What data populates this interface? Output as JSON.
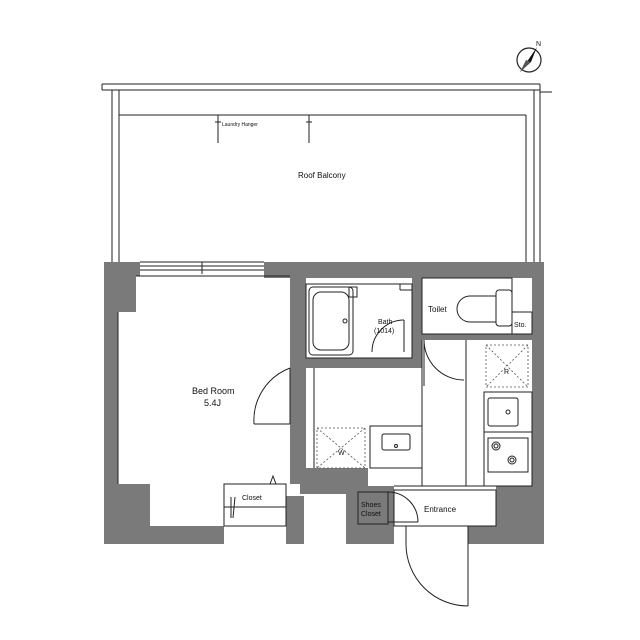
{
  "floorplan": {
    "rooms": {
      "roof_balcony": "Roof Balcony",
      "laundry_hanger": "Laundry Hanger",
      "bed_room": "Bed Room",
      "bed_room_size": "5.4J",
      "bath": "Bath",
      "bath_size": "(1014)",
      "toilet": "Toilet",
      "storage": "Sto.",
      "closet": "Closet",
      "shoes_closet_line1": "Shoes",
      "shoes_closet_line2": "Closet",
      "entrance": "Entrance",
      "refrigerator_mark": "R",
      "washer_mark": "W"
    },
    "compass": {
      "label": "N",
      "icon": "north-arrow-icon"
    }
  }
}
